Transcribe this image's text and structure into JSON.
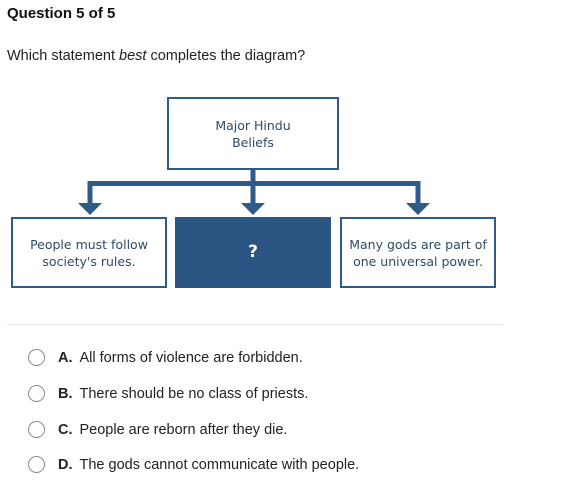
{
  "question": {
    "header": "Question 5 of 5",
    "prompt_before": "Which statement ",
    "prompt_emphasis": "best",
    "prompt_after": " completes the diagram?"
  },
  "diagram": {
    "top": "Major Hindu Beliefs",
    "left": "People must follow society's rules.",
    "middle": "?",
    "right": "Many gods are part of one universal power.",
    "colors": {
      "border": "#2d5b8a",
      "fill_dark": "#2b5583",
      "text": "#2f4a66"
    }
  },
  "choices": [
    {
      "letter": "A.",
      "text": "All forms of violence are forbidden."
    },
    {
      "letter": "B.",
      "text": "There should be no class of priests."
    },
    {
      "letter": "C.",
      "text": "People are reborn after they die."
    },
    {
      "letter": "D.",
      "text": "The gods cannot communicate with people."
    }
  ]
}
